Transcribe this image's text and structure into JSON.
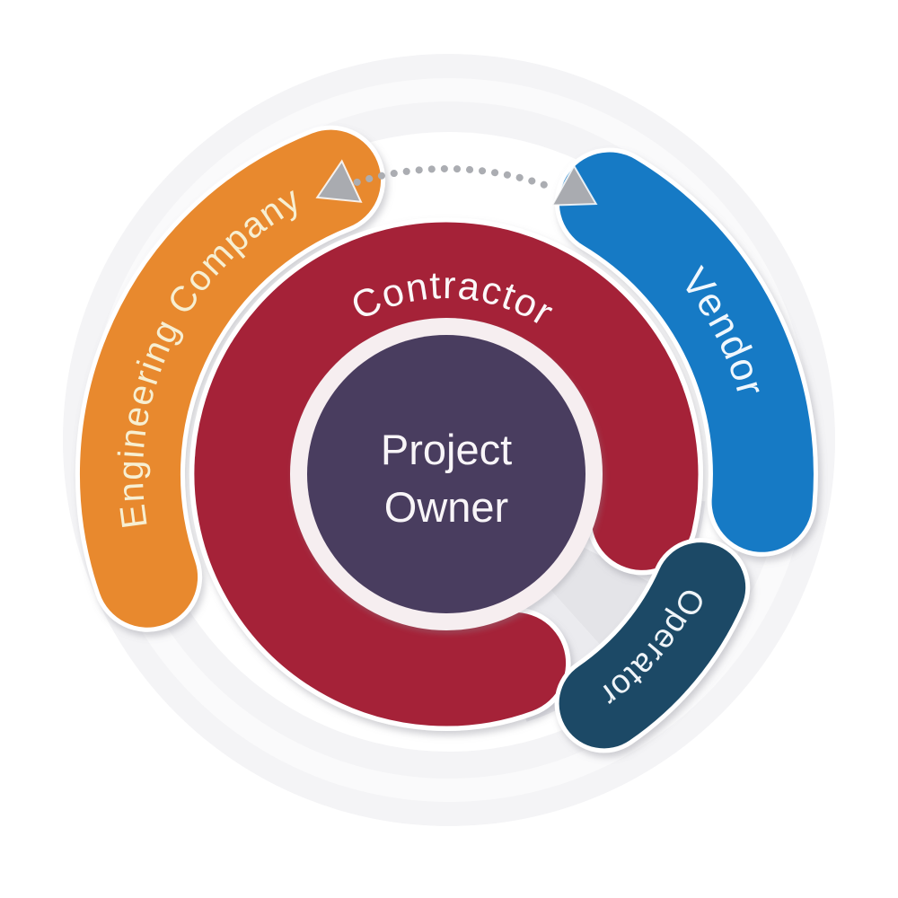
{
  "diagram": {
    "center": {
      "line1": "Project",
      "line2": "Owner",
      "color": "#4A3C5F"
    },
    "ring": {
      "label": "Contractor",
      "color": "#A52239"
    },
    "outer_arcs": [
      {
        "label": "Engineering Company",
        "color": "#E8892E"
      },
      {
        "label": "Vendor",
        "color": "#187AC5"
      },
      {
        "label": "Operator",
        "color": "#1C4A66"
      }
    ],
    "connector": {
      "style": "dotted-arc-double-arrow",
      "color": "#ABADB2"
    }
  }
}
